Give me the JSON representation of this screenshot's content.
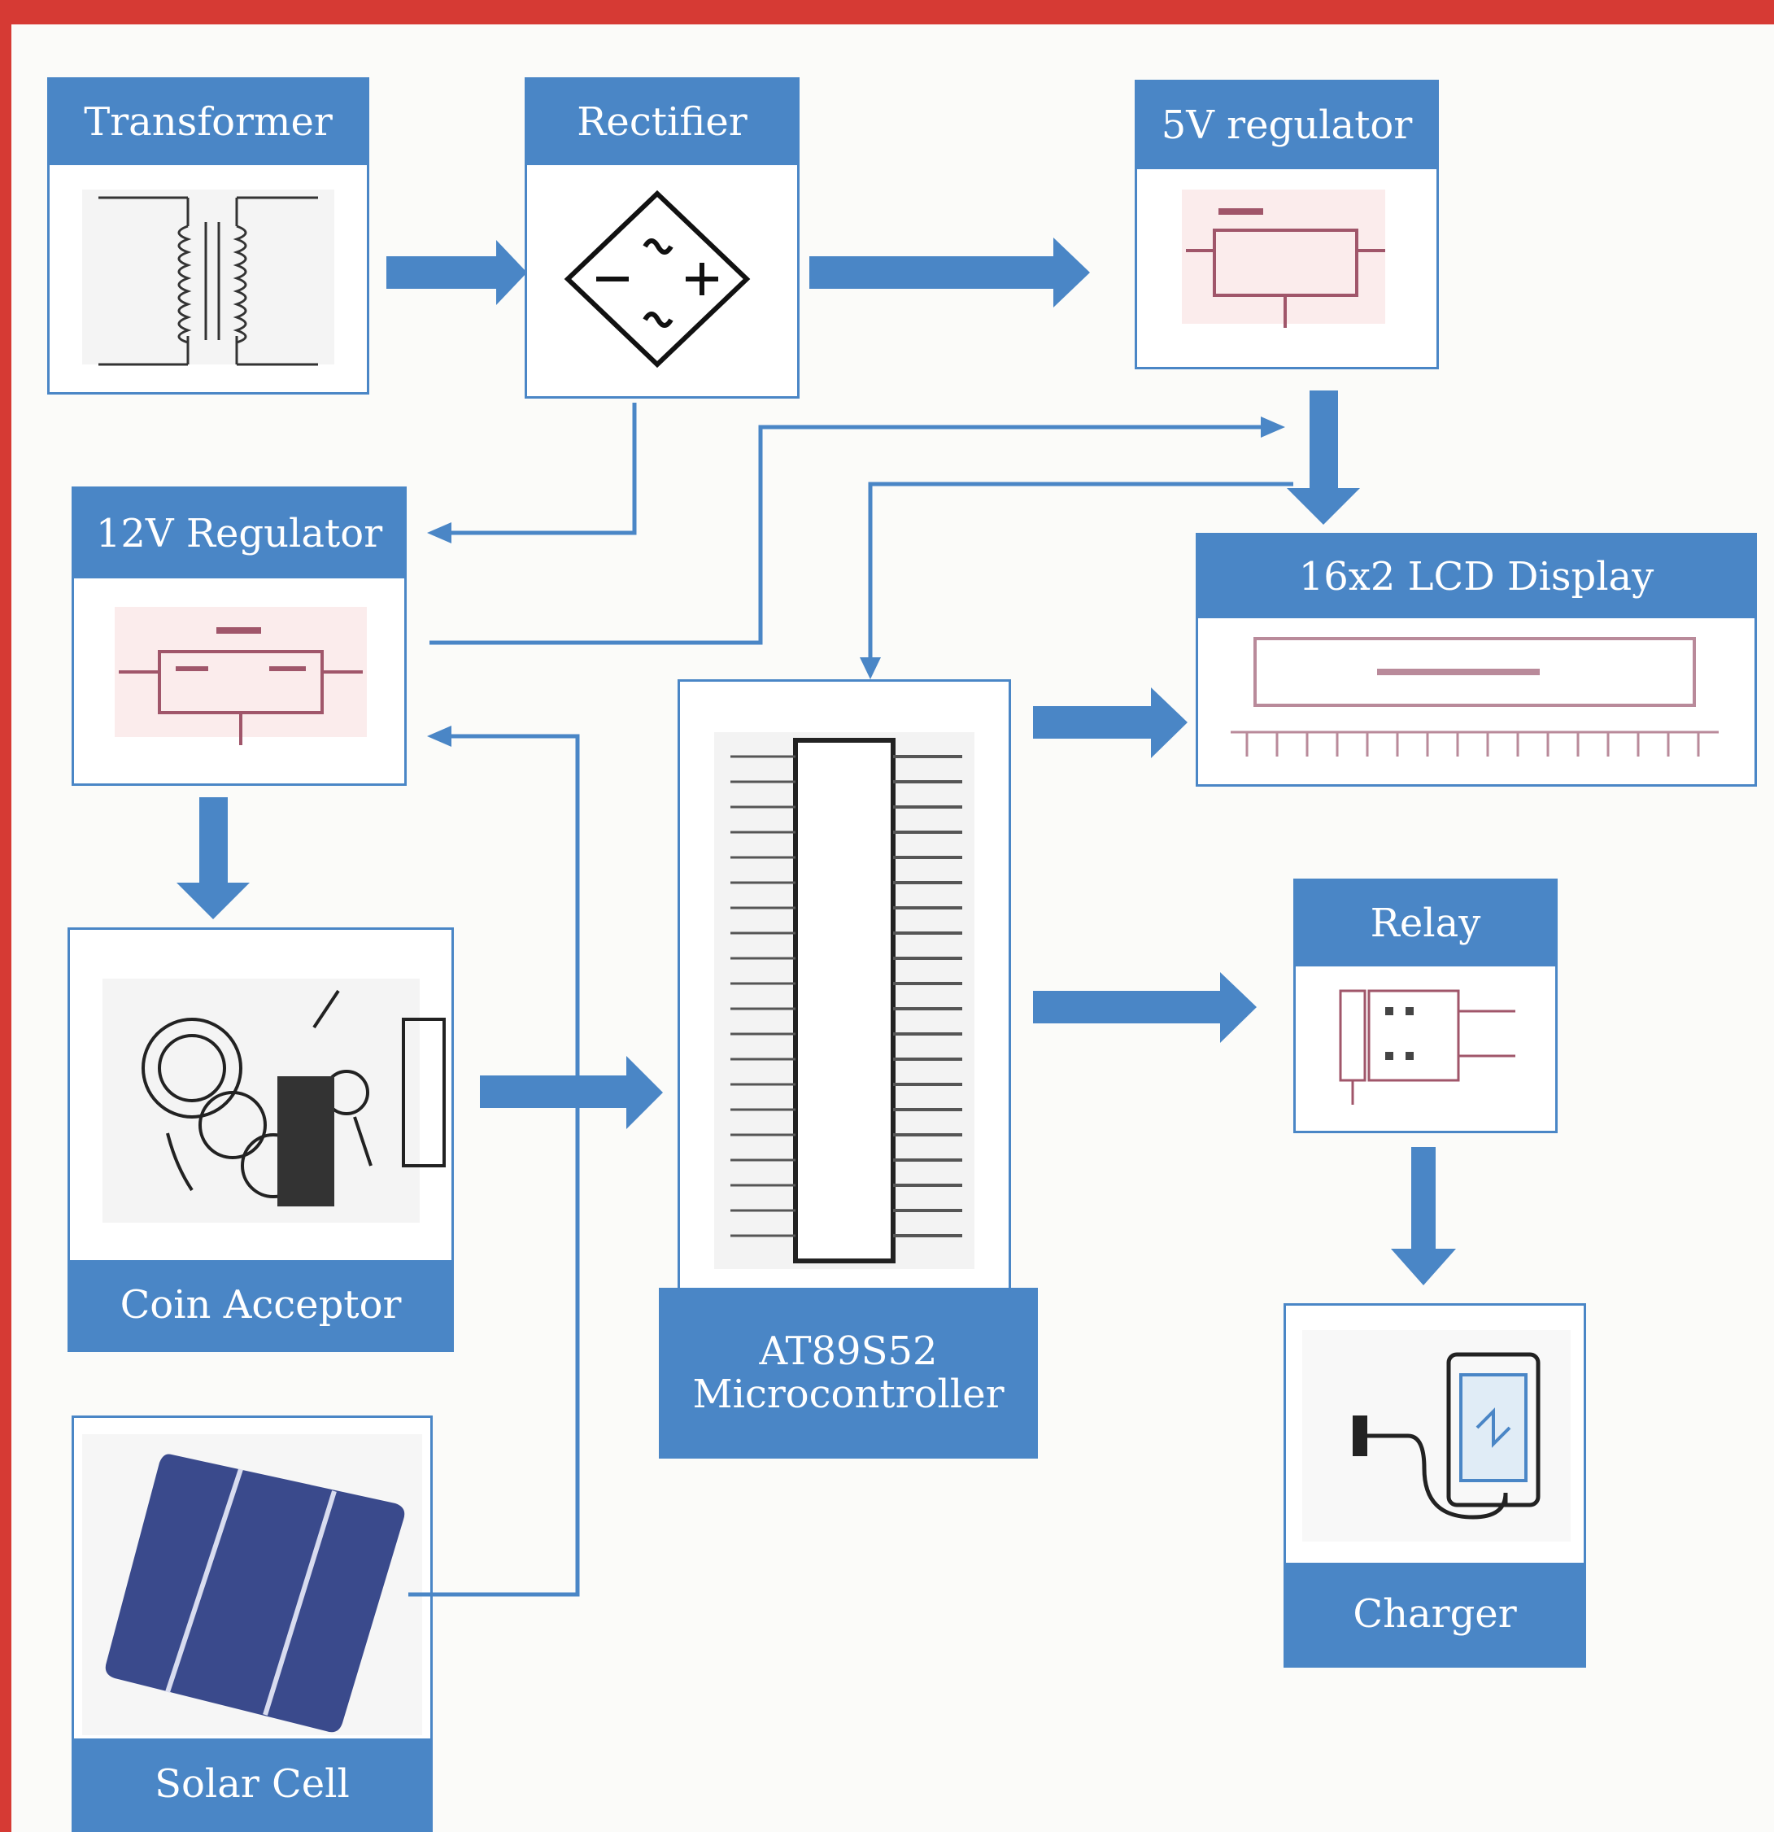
{
  "diagram": {
    "colors": {
      "frame": "#d63a34",
      "accent": "#4a86c6",
      "schematic": "#a0566a"
    },
    "blocks": {
      "transformer": "Transformer",
      "rectifier": "Rectifier",
      "reg5v": "5V regulator",
      "reg12v": "12V Regulator",
      "lcd": "16x2 LCD Display",
      "mcu_line1": "AT89S52",
      "mcu_line2": "Microcontroller",
      "coin": "Coin Acceptor",
      "relay": "Relay",
      "charger": "Charger",
      "solar": "Solar Cell"
    },
    "icons": {
      "transformer": "transformer-coil-icon",
      "rectifier": "bridge-rectifier-icon",
      "reg5v": "regulator-schematic-icon",
      "reg12v": "regulator-schematic-icon",
      "lcd": "lcd-display-icon",
      "mcu": "ic-chip-icon",
      "coin": "coin-mechanism-icon",
      "relay": "relay-schematic-icon",
      "charger": "phone-charger-icon",
      "solar": "solar-cell-icon"
    }
  }
}
